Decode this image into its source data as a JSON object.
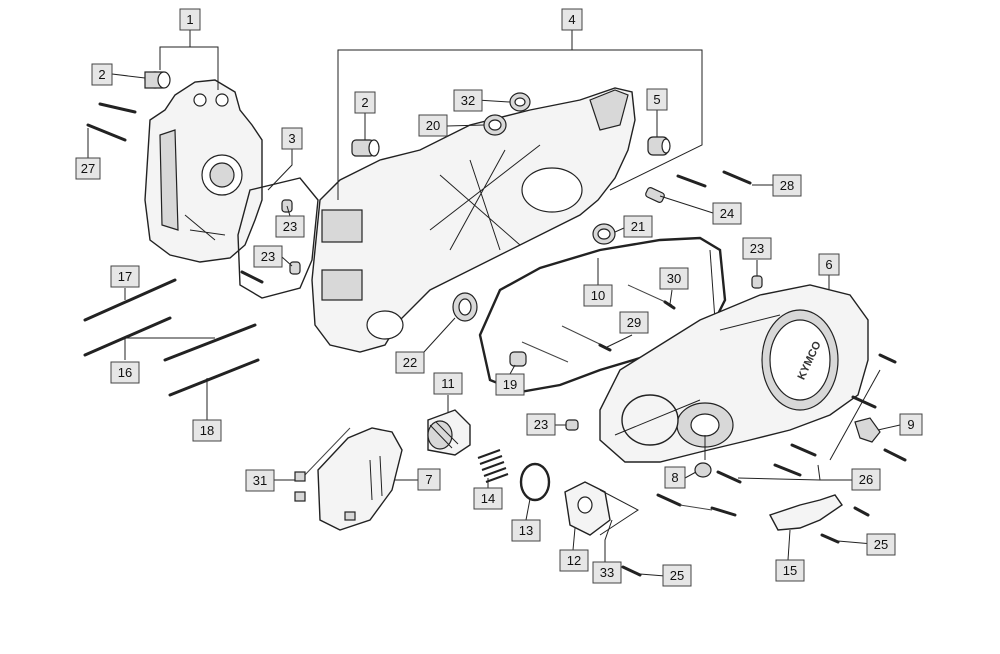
{
  "brand_logo_text": "KYMCO",
  "callouts": [
    {
      "id": "c1",
      "label": "1"
    },
    {
      "id": "c2a",
      "label": "2"
    },
    {
      "id": "c2b",
      "label": "2"
    },
    {
      "id": "c3",
      "label": "3"
    },
    {
      "id": "c4",
      "label": "4"
    },
    {
      "id": "c5",
      "label": "5"
    },
    {
      "id": "c6",
      "label": "6"
    },
    {
      "id": "c7",
      "label": "7"
    },
    {
      "id": "c8",
      "label": "8"
    },
    {
      "id": "c9",
      "label": "9"
    },
    {
      "id": "c10",
      "label": "10"
    },
    {
      "id": "c11",
      "label": "11"
    },
    {
      "id": "c12",
      "label": "12"
    },
    {
      "id": "c13",
      "label": "13"
    },
    {
      "id": "c14",
      "label": "14"
    },
    {
      "id": "c15",
      "label": "15"
    },
    {
      "id": "c16",
      "label": "16"
    },
    {
      "id": "c17",
      "label": "17"
    },
    {
      "id": "c18",
      "label": "18"
    },
    {
      "id": "c19",
      "label": "19"
    },
    {
      "id": "c20",
      "label": "20"
    },
    {
      "id": "c21",
      "label": "21"
    },
    {
      "id": "c22",
      "label": "22"
    },
    {
      "id": "c23a",
      "label": "23"
    },
    {
      "id": "c23b",
      "label": "23"
    },
    {
      "id": "c23c",
      "label": "23"
    },
    {
      "id": "c23d",
      "label": "23"
    },
    {
      "id": "c24",
      "label": "24"
    },
    {
      "id": "c25a",
      "label": "25"
    },
    {
      "id": "c25b",
      "label": "25"
    },
    {
      "id": "c26",
      "label": "26"
    },
    {
      "id": "c27",
      "label": "27"
    },
    {
      "id": "c28",
      "label": "28"
    },
    {
      "id": "c29",
      "label": "29"
    },
    {
      "id": "c30",
      "label": "30"
    },
    {
      "id": "c31",
      "label": "31"
    },
    {
      "id": "c32",
      "label": "32"
    },
    {
      "id": "c33",
      "label": "33"
    }
  ]
}
